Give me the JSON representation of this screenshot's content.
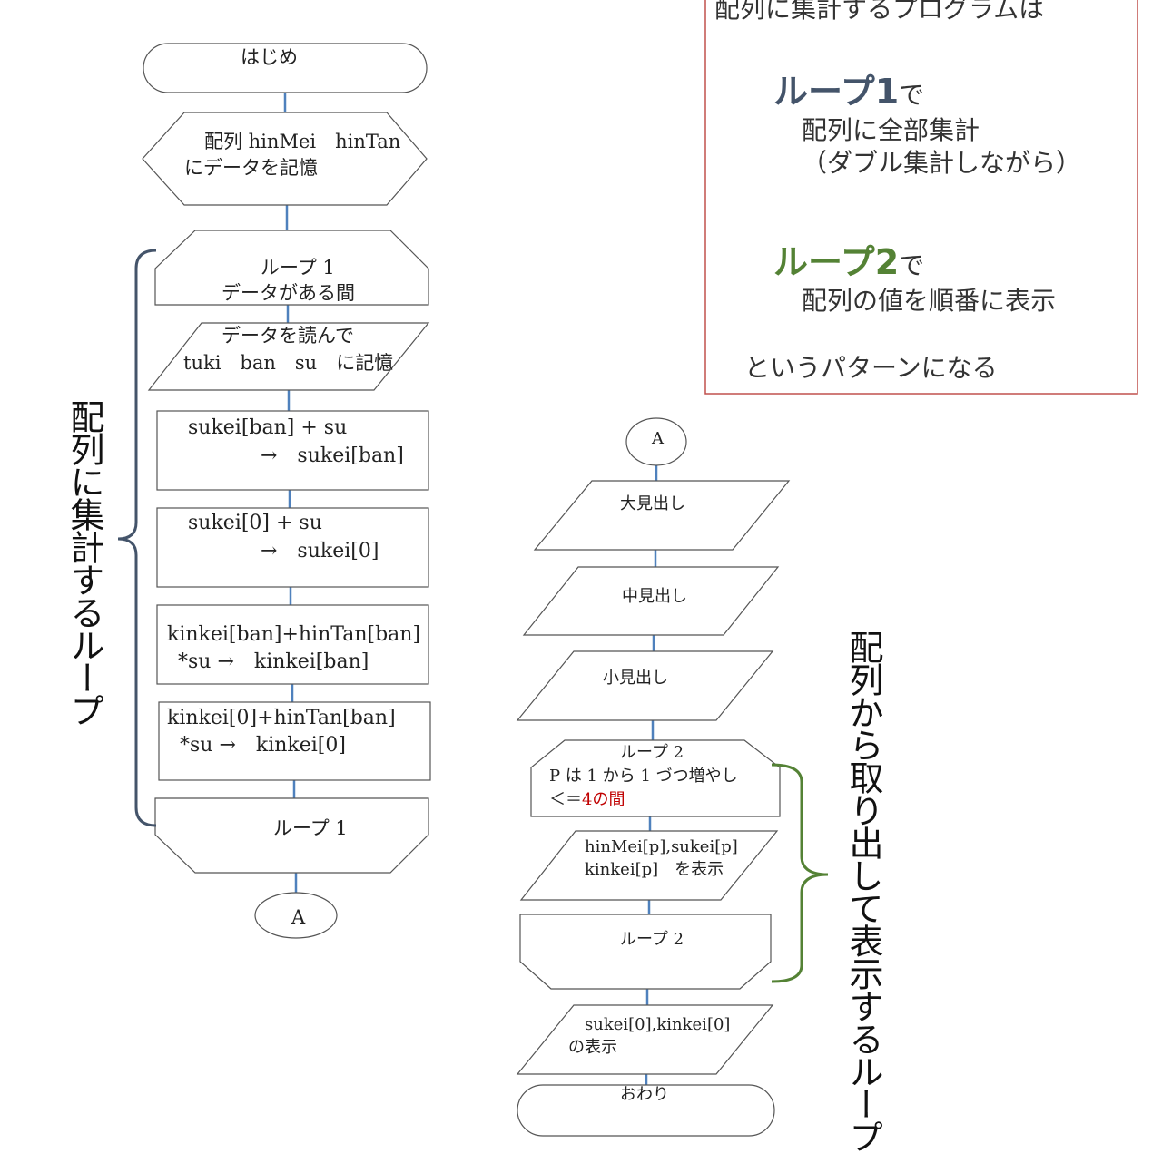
{
  "side_labels": {
    "left": "配列に集計するループ",
    "right": "配列から取り出して表示するループ"
  },
  "note": {
    "heading": "配列に集計するプログラムは",
    "loop1_title": "ループ1",
    "loop1_suffix": "で",
    "loop1_line1": "配列に全部集計",
    "loop1_line2": "（ダブル集計しながら）",
    "loop2_title": "ループ2",
    "loop2_suffix": "で",
    "loop2_line1": "配列の値を順番に表示",
    "footer": "というパターンになる",
    "colors": {
      "loop1": "#44546a",
      "loop2": "#548235",
      "border": "#c0504d"
    }
  },
  "left_flow": {
    "start": "はじめ",
    "prep_l1": "配列 hinMei　hinTan",
    "prep_l2": "にデータを記憶",
    "loop1_start_l1": "ループ 1",
    "loop1_start_l2": "データがある間",
    "input_l1": "データを読んで",
    "input_l2": "tuki　ban　su　に記憶",
    "p1_l1": "sukei[ban] + su",
    "p1_l2": "→　sukei[ban]",
    "p2_l1": "sukei[0] + su",
    "p2_l2": "→　sukei[0]",
    "p3_l1": "kinkei[ban]+hinTan[ban]",
    "p3_l2": "*su →　kinkei[ban]",
    "p4_l1": "kinkei[0]+hinTan[ban]",
    "p4_l2": "*su →　kinkei[0]",
    "loop1_end": "ループ 1",
    "connector": "A"
  },
  "right_flow": {
    "connector": "A",
    "out1": "大見出し",
    "out2": "中見出し",
    "out3": "小見出し",
    "loop2_start_l1": "ループ 2",
    "loop2_start_l2": "P は 1 から 1 づつ増やし",
    "loop2_start_l3a": "＜＝",
    "loop2_start_l3b": "4",
    "loop2_start_l3c": "の間",
    "out4_l1": "hinMei[p],sukei[p]",
    "out4_l2": "kinkei[p]　を表示",
    "loop2_end": "ループ 2",
    "out5_l1": "sukei[0],kinkei[0]",
    "out5_l2": "の表示",
    "end": "おわり"
  }
}
